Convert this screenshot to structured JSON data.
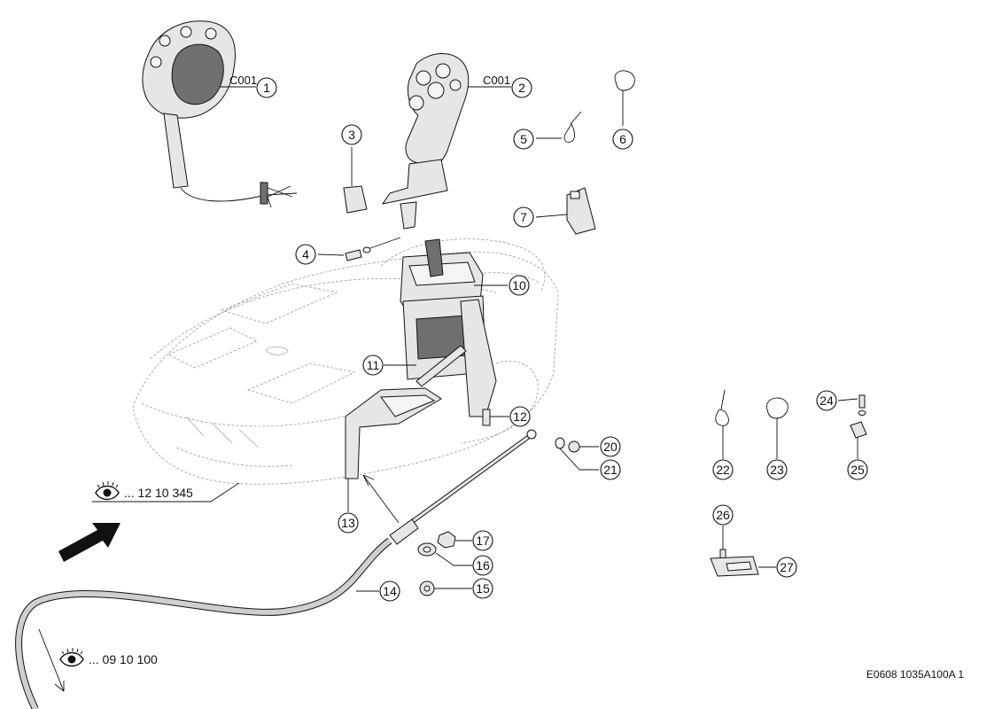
{
  "callouts": [
    {
      "n": "1"
    },
    {
      "n": "2"
    },
    {
      "n": "3"
    },
    {
      "n": "4"
    },
    {
      "n": "5"
    },
    {
      "n": "6"
    },
    {
      "n": "7"
    },
    {
      "n": "10"
    },
    {
      "n": "11"
    },
    {
      "n": "12"
    },
    {
      "n": "13"
    },
    {
      "n": "14"
    },
    {
      "n": "15"
    },
    {
      "n": "16"
    },
    {
      "n": "17"
    },
    {
      "n": "20"
    },
    {
      "n": "21"
    },
    {
      "n": "22"
    },
    {
      "n": "23"
    },
    {
      "n": "24"
    },
    {
      "n": "25"
    },
    {
      "n": "26"
    },
    {
      "n": "27"
    }
  ],
  "connector_labels": {
    "c1": "C001",
    "c2": "C001"
  },
  "cross_refs": {
    "ref1": "... 12 10 345",
    "ref2": "... 09 10 100"
  },
  "drawing_code": "E0608 1035A100A 1",
  "icons": {
    "eye": "eye-icon",
    "arrow": "direction-arrow-icon"
  }
}
